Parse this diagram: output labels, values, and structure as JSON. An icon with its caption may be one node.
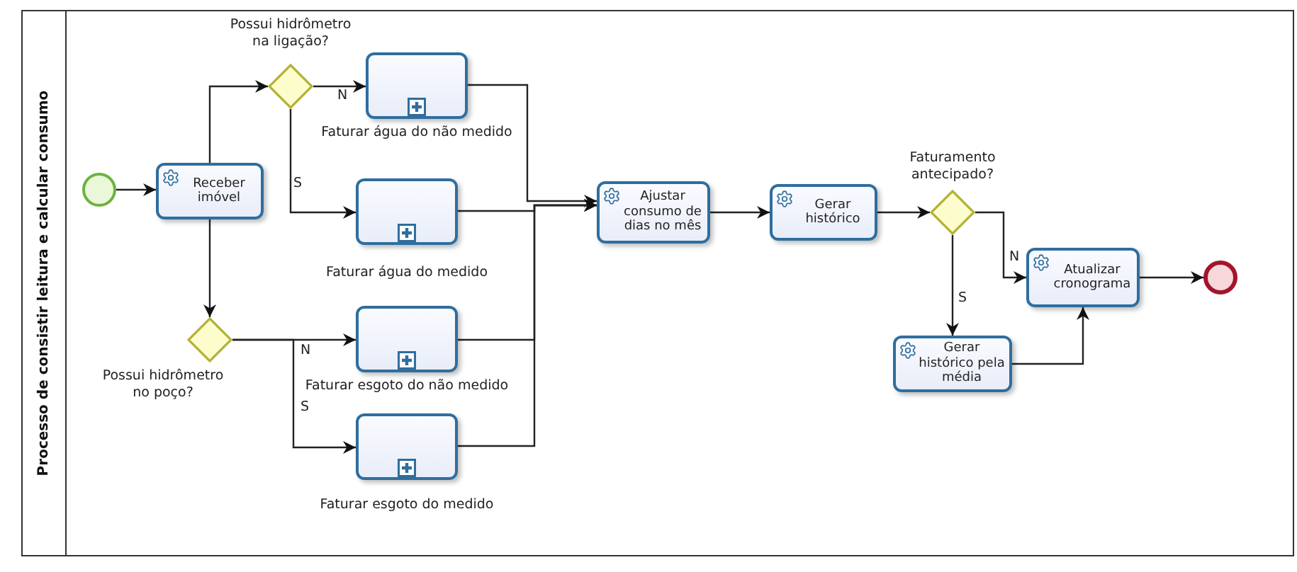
{
  "diagram": {
    "nodes": [
      {
        "text": [
          "Processo de consistir leitura e calcular consumo"
        ]
      },
      {
        "text": [],
        "shape": "circle",
        "in": 0
      },
      {
        "text": [
          "Receber imóvel"
        ],
        "in": 0
      },
      {
        "text": [
          "Possui hidrômetro na ligação?"
        ],
        "in": 0
      },
      {
        "text": [
          "Faturar água do não medido"
        ],
        "in": 0
      },
      {
        "text": [
          "Faturar água do medido"
        ],
        "in": 0
      },
      {
        "text": [
          "Possui hidrômetro no poço?"
        ],
        "in": 0
      },
      {
        "text": [
          "Faturar esgoto do não medido"
        ],
        "in": 0
      },
      {
        "text": [
          "Faturar esgoto do medido"
        ],
        "in": 0
      },
      {
        "text": [
          "Ajustar consumo de dias no mês"
        ],
        "in": 0
      },
      {
        "text": [
          "Gerar histórico"
        ],
        "in": 0
      },
      {
        "text": [
          "Faturamento antecipado?"
        ],
        "in": 0
      },
      {
        "text": [
          "Atualizar cronograma"
        ],
        "in": 0
      },
      {
        "text": [
          "Gerar histórico pela média"
        ],
        "in": 0
      },
      {
        "text": [],
        "shape": "circle",
        "in": 0
      }
    ],
    "edges": [
      {
        "from": 1,
        "to": 2,
        "arrow": "to"
      },
      {
        "from": 2,
        "to": 3,
        "arrow": "to"
      },
      {
        "from": 3,
        "to": 4,
        "arrow": "to",
        "label": "N"
      },
      {
        "from": 3,
        "to": 5,
        "arrow": "to",
        "label": "S"
      },
      {
        "from": 2,
        "to": 6,
        "arrow": "to"
      },
      {
        "from": 6,
        "to": 7,
        "arrow": "to",
        "label": "N"
      },
      {
        "from": 6,
        "to": 8,
        "arrow": "to",
        "label": "S"
      },
      {
        "from": 4,
        "to": 9,
        "arrow": "to"
      },
      {
        "from": 5,
        "to": 9,
        "arrow": "to"
      },
      {
        "from": 7,
        "to": 9,
        "arrow": "to"
      },
      {
        "from": 8,
        "to": 9,
        "arrow": "to"
      },
      {
        "from": 9,
        "to": 10,
        "arrow": "to"
      },
      {
        "from": 10,
        "to": 11,
        "arrow": "to"
      },
      {
        "from": 11,
        "to": 12,
        "arrow": "to",
        "label": "N"
      },
      {
        "from": 11,
        "to": 13,
        "arrow": "to",
        "label": "S"
      },
      {
        "from": 13,
        "to": 12,
        "arrow": "to"
      },
      {
        "from": 12,
        "to": 14,
        "arrow": "to"
      }
    ]
  }
}
